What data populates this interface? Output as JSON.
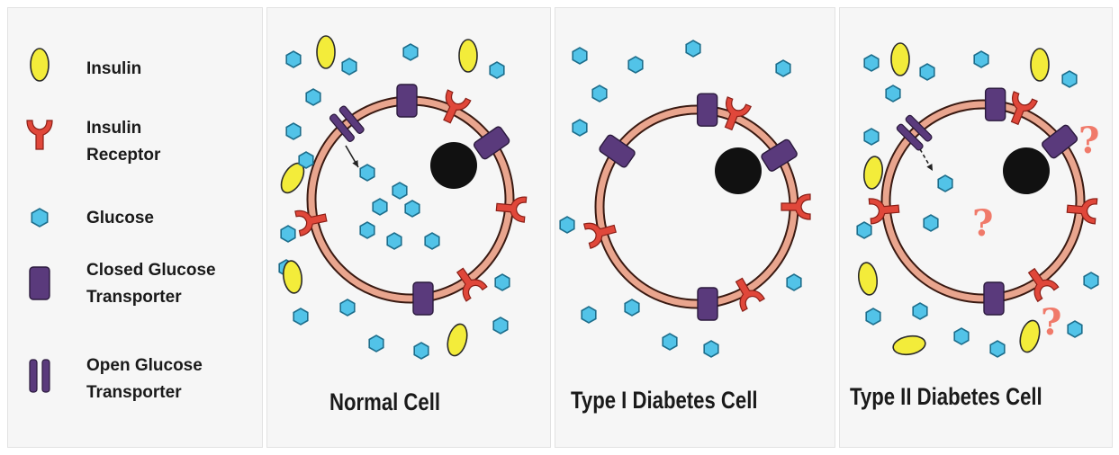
{
  "legend": {
    "items": [
      {
        "key": "insulin",
        "label": "Insulin",
        "icon": "insulin-icon"
      },
      {
        "key": "receptor",
        "label": "Insulin\nReceptor",
        "icon": "insulin-receptor-icon"
      },
      {
        "key": "glucose",
        "label": "Glucose",
        "icon": "glucose-icon"
      },
      {
        "key": "closed",
        "label": "Closed Glucose\nTransporter",
        "icon": "closed-transporter-icon"
      },
      {
        "key": "open",
        "label": "Open Glucose\nTransporter",
        "icon": "open-transporter-icon"
      }
    ]
  },
  "panels": [
    {
      "key": "normal",
      "caption": "Normal Cell"
    },
    {
      "key": "type1",
      "caption": "Type I Diabetes Cell"
    },
    {
      "key": "type2",
      "caption": "Type II Diabetes Cell"
    }
  ],
  "question_mark": "?",
  "colors": {
    "insulin": "#f3ec3a",
    "receptor": "#e0473a",
    "glucose": "#52c3e8",
    "transporter": "#5a3a7c",
    "membrane": "#e9a58e",
    "nucleus": "#111111",
    "question": "#f07a6a"
  }
}
